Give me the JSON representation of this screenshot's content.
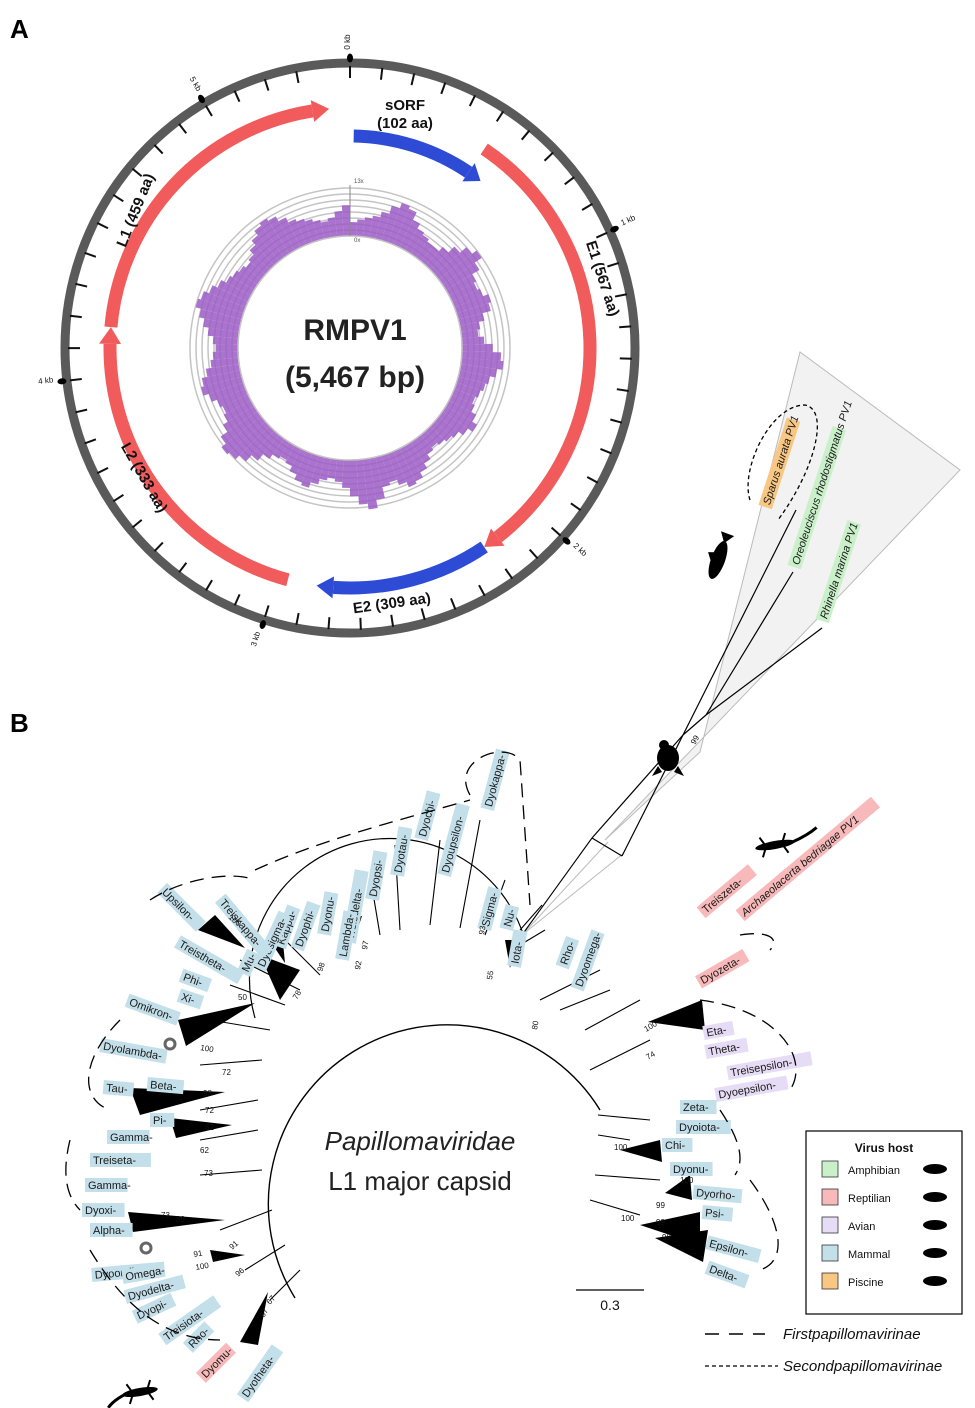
{
  "panels": {
    "a": "A",
    "b": "B"
  },
  "genome": {
    "name": "RMPV1",
    "length": "(5,467 bp)",
    "coverage_max": "13x",
    "coverage_min": "0x",
    "kb_ticks": [
      {
        "label": "0 kb",
        "angle": 0
      },
      {
        "label": "1 kb",
        "angle": 65.8
      },
      {
        "label": "2 kb",
        "angle": 131.7
      },
      {
        "label": "3 kb",
        "angle": 197.5
      },
      {
        "label": "4 kb",
        "angle": 263.4
      },
      {
        "label": "5 kb",
        "angle": 329.2
      }
    ],
    "genes": [
      {
        "name": "sORF",
        "aa": "(102 aa)",
        "start": 1,
        "end": 38,
        "color": "#2e4bd6"
      },
      {
        "name": "E1",
        "aa": "E1 (567 aa)",
        "start": 34,
        "end": 146,
        "color": "#f15b5b"
      },
      {
        "name": "E2",
        "aa": "E2 (309 aa)",
        "start": 146,
        "end": 188,
        "color": "#2e4bd6"
      },
      {
        "name": "L2",
        "aa": "L2 (333 aa)",
        "start": 195,
        "end": 275,
        "color": "#f15b5b"
      },
      {
        "name": "L1",
        "aa": "L1 (459 aa)",
        "start": 275,
        "end": 355,
        "color": "#f15b5b"
      }
    ]
  },
  "tree": {
    "title_line1": "Papillomaviridae",
    "title_line2": "L1 major capsid",
    "scale": "0.3",
    "leaves": [
      {
        "label": "Sparus aurata PV1",
        "host": "piscine",
        "italic": true
      },
      {
        "label": "Oreoleuciscus rhodostigmatus PV1",
        "host": "amphibian",
        "italic": true
      },
      {
        "label": "Rhinella marina PV1",
        "host": "amphibian",
        "italic": true,
        "color": "#d40000"
      },
      {
        "label": "Dyokappa-",
        "host": "mammal"
      },
      {
        "label": "Dyochi-",
        "host": "mammal"
      },
      {
        "label": "Dyotau-",
        "host": "mammal"
      },
      {
        "label": "Dyoupsilon-",
        "host": "mammal"
      },
      {
        "label": "Dyopsi-",
        "host": "mammal"
      },
      {
        "label": "Treisdelta-",
        "host": "mammal"
      },
      {
        "label": "Dyonu-",
        "host": "mammal"
      },
      {
        "label": "Lambda-",
        "host": "mammal"
      },
      {
        "label": "Dyophi-",
        "host": "mammal"
      },
      {
        "label": "Kappa-",
        "host": "mammal"
      },
      {
        "label": "Dyosigma-",
        "host": "mammal"
      },
      {
        "label": "Mu-",
        "host": "mammal"
      },
      {
        "label": "Sigma-",
        "host": "mammal"
      },
      {
        "label": "Nu-",
        "host": "mammal"
      },
      {
        "label": "Iota-",
        "host": "mammal"
      },
      {
        "label": "Upsilon-",
        "host": "mammal"
      },
      {
        "label": "Treiskappa-",
        "host": "mammal"
      },
      {
        "label": "Treistheta-",
        "host": "mammal"
      },
      {
        "label": "Phi-",
        "host": "mammal"
      },
      {
        "label": "Xi-",
        "host": "mammal"
      },
      {
        "label": "Omikron-",
        "host": "mammal"
      },
      {
        "label": "Dyolambda-",
        "host": "mammal"
      },
      {
        "label": "Beta-",
        "host": "mammal"
      },
      {
        "label": "Tau-",
        "host": "mammal"
      },
      {
        "label": "Pi-",
        "host": "mammal"
      },
      {
        "label": "Gamma-",
        "host": "mammal"
      },
      {
        "label": "Treiseta-",
        "host": "mammal"
      },
      {
        "label": "Gamma-",
        "host": "mammal"
      },
      {
        "label": "Dyoxi-",
        "host": "mammal"
      },
      {
        "label": "Alpha-",
        "host": "mammal"
      },
      {
        "label": "Dyoomikron-",
        "host": "mammal"
      },
      {
        "label": "Omega-",
        "host": "mammal"
      },
      {
        "label": "Dyodelta-",
        "host": "mammal"
      },
      {
        "label": "Dyopi-",
        "host": "mammal"
      },
      {
        "label": "Treisiota-",
        "host": "mammal"
      },
      {
        "label": "Rho-",
        "host": "mammal"
      },
      {
        "label": "Dyomu-",
        "host": "reptilian"
      },
      {
        "label": "Dyotheta-",
        "host": "mammal"
      },
      {
        "label": "Treiszeta-",
        "host": "reptilian"
      },
      {
        "label": "Archaeolacerta bedriagae PV1",
        "host": "reptilian",
        "italic": true
      },
      {
        "label": "Rho-",
        "host": "mammal"
      },
      {
        "label": "Dyoomega-",
        "host": "mammal"
      },
      {
        "label": "Dyozeta-",
        "host": "reptilian"
      },
      {
        "label": "Eta-",
        "host": "avian"
      },
      {
        "label": "Theta-",
        "host": "avian"
      },
      {
        "label": "Treisepsilon-",
        "host": "avian"
      },
      {
        "label": "Dyoepsilon-",
        "host": "avian"
      },
      {
        "label": "Zeta-",
        "host": "mammal"
      },
      {
        "label": "Dyoiota-",
        "host": "mammal"
      },
      {
        "label": "Chi-",
        "host": "mammal"
      },
      {
        "label": "Dyonu-",
        "host": "mammal"
      },
      {
        "label": "Dyorho-",
        "host": "mammal"
      },
      {
        "label": "Psi-",
        "host": "mammal"
      },
      {
        "label": "Epsilon-",
        "host": "mammal"
      },
      {
        "label": "Delta-",
        "host": "mammal"
      }
    ],
    "bootstrap": [
      "99",
      "100",
      "50",
      "78",
      "98",
      "67",
      "97",
      "92",
      "93",
      "55",
      "80",
      "100",
      "74",
      "100",
      "72",
      "98",
      "72",
      "82",
      "62",
      "73",
      "89",
      "73",
      "91",
      "100",
      "60",
      "91",
      "96",
      "67",
      "100",
      "100",
      "99",
      "99",
      "100",
      "99"
    ]
  },
  "legend": {
    "title": "Virus host",
    "items": [
      {
        "label": "Amphibian",
        "color": "#c9f0c9"
      },
      {
        "label": "Reptilian",
        "color": "#f7b9b9"
      },
      {
        "label": "Avian",
        "color": "#e6dcf5"
      },
      {
        "label": "Mammal",
        "color": "#c3dfe9"
      },
      {
        "label": "Piscine",
        "color": "#f9c784"
      }
    ]
  },
  "subfamilies": {
    "first": "Firstpapillomavirinae",
    "second": "Secondpapillomavirinae"
  }
}
